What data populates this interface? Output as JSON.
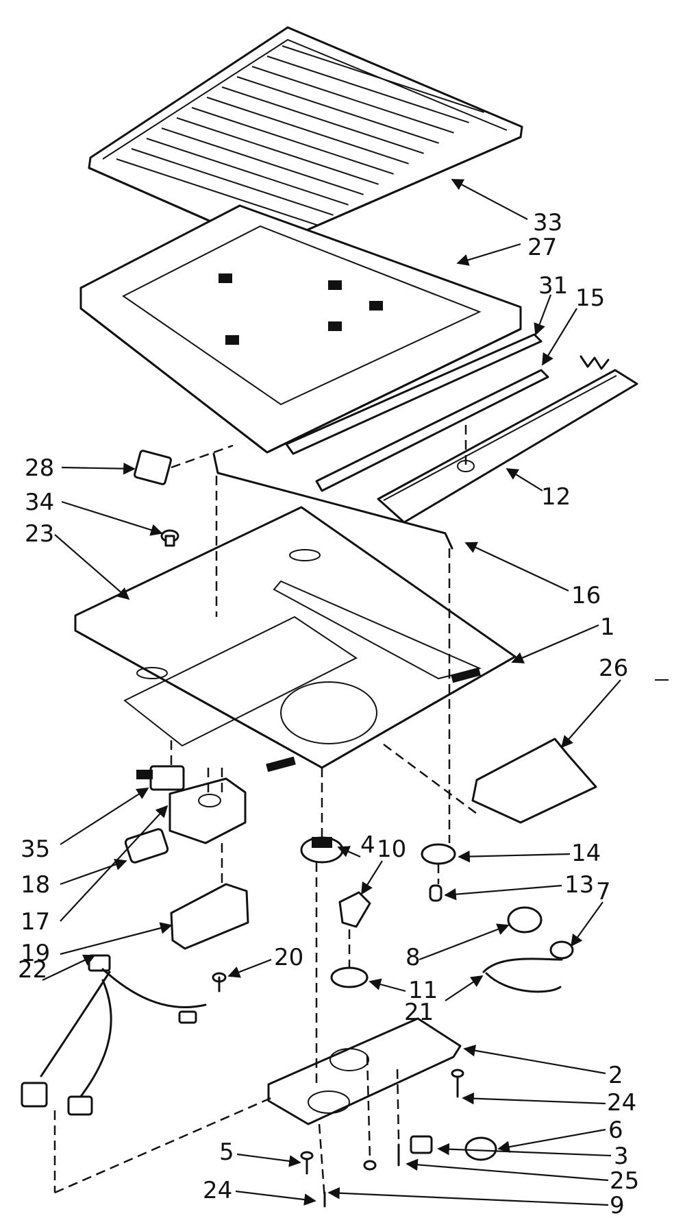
{
  "callouts": [
    {
      "key": "c33",
      "label": "33"
    },
    {
      "key": "c27",
      "label": "27"
    },
    {
      "key": "c31",
      "label": "31"
    },
    {
      "key": "c15",
      "label": "15"
    },
    {
      "key": "c28",
      "label": "28"
    },
    {
      "key": "c12",
      "label": "12"
    },
    {
      "key": "c34",
      "label": "34"
    },
    {
      "key": "c23",
      "label": "23"
    },
    {
      "key": "c16",
      "label": "16"
    },
    {
      "key": "c1",
      "label": "1"
    },
    {
      "key": "c26",
      "label": "26"
    },
    {
      "key": "c35",
      "label": "35"
    },
    {
      "key": "c4",
      "label": "4"
    },
    {
      "key": "c10",
      "label": "10"
    },
    {
      "key": "c14",
      "label": "14"
    },
    {
      "key": "c18",
      "label": "18"
    },
    {
      "key": "c13",
      "label": "13"
    },
    {
      "key": "c17",
      "label": "17"
    },
    {
      "key": "c7",
      "label": "7"
    },
    {
      "key": "c19",
      "label": "19"
    },
    {
      "key": "c8",
      "label": "8"
    },
    {
      "key": "c22",
      "label": "22"
    },
    {
      "key": "c20",
      "label": "20"
    },
    {
      "key": "c11",
      "label": "11"
    },
    {
      "key": "c21",
      "label": "21"
    },
    {
      "key": "c2",
      "label": "2"
    },
    {
      "key": "c24a",
      "label": "24"
    },
    {
      "key": "c6",
      "label": "6"
    },
    {
      "key": "c5",
      "label": "5"
    },
    {
      "key": "c3",
      "label": "3"
    },
    {
      "key": "c25",
      "label": "25"
    },
    {
      "key": "c24b",
      "label": "24"
    },
    {
      "key": "c9",
      "label": "9"
    }
  ]
}
